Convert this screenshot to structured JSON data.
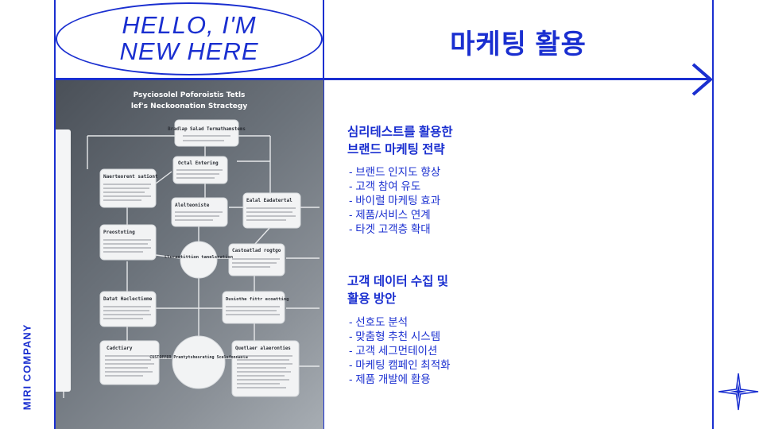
{
  "header": {
    "oval_text": "HELLO, I'M\nNEW HERE",
    "title": "마케팅 활용"
  },
  "brand": {
    "vertical_text": "MIRI COMPANY"
  },
  "image": {
    "title_line1": "Psyciosolel Poforoistis  Tetls",
    "title_line2": "lef's Neckoonation Stractegy",
    "boxes": {
      "b1": "Bradlap Salad Termathamstems",
      "b2": "Octal Entering",
      "b3": "Naerteorent sationt",
      "b4": "Alelteoniste",
      "b5": "Ealal Eadatertal",
      "b6": "Preostoting",
      "b7": "Lluraetittion tanelsration",
      "b8": "Castoatlad rogtgo",
      "b9": "Datat Haclectiome",
      "b10": "Dusiothe fittr ecoatting",
      "b11": "Cadctiary",
      "b12": "CUSTOFFER Prantytshesrating Scelsfonnanta",
      "b13": "Quetlaer alaeronties"
    }
  },
  "content": {
    "section1": {
      "title_line1": "심리테스트를 활용한",
      "title_line2": "브랜드 마케팅 전략",
      "items": [
        "- 브랜드 인지도 향상",
        "- 고객 참여 유도",
        "- 바이럴 마케팅 효과",
        "- 제품/서비스 연계",
        "- 타겟 고객층 확대"
      ]
    },
    "section2": {
      "title_line1": "고객 데이터 수집 및",
      "title_line2": "활용 방안",
      "items": [
        "- 선호도 분석",
        "- 맞춤형 추천 시스템",
        "- 고객 세그먼테이션",
        "- 마케팅 캠페인 최적화",
        "- 제품 개발에 활용"
      ]
    }
  },
  "colors": {
    "accent": "#1a2fd0",
    "panel_dark": "#4a5058",
    "panel_light": "#a7adb3"
  }
}
